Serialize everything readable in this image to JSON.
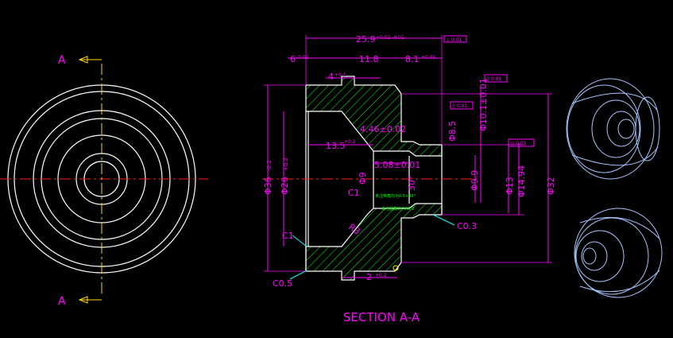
{
  "colors": {
    "background": "#000000",
    "outline": "#ffffff",
    "dimension": "#ff00ff",
    "centerline": "#ff2020",
    "centerline_alt": "#ffd700",
    "hatch": "#00ff00",
    "leader": "#00ffff",
    "iso_lines": "#a7c6ff",
    "tolerance_box": "#ff00ff",
    "datum": "#ffff00"
  },
  "section": {
    "label_top": "A",
    "label_bottom": "A",
    "title": "SECTION A-A"
  },
  "dims": {
    "overall_len": "25.9",
    "overall_len_tol": "+0.02 -0.01",
    "len_6": "6",
    "len_6_tol": "-0.02",
    "len_118": "11.8",
    "len_81": "8.1",
    "len_81_tol": "+0.05",
    "groove_4": "4",
    "groove_4_tol": "+0.1",
    "dia_36": "Φ36",
    "dia_36_tol": "-0.2",
    "dia_26": "Φ26",
    "dia_26_tol": "+0.2",
    "depth_135": "13.5",
    "depth_135_tol": "+0.2",
    "len_46": "4.46±0.02",
    "len_508": "5.08±0.01",
    "angle_30": "30°",
    "dia_9": "Φ9",
    "c1_inner": "C1",
    "c1_outer": "C1",
    "r3": "R3",
    "c03": "C0.3",
    "c05": "C0.5",
    "groove_2": "2",
    "groove_2_tol": "+0.2",
    "dia_85": "Φ8.5",
    "dia_101": "Φ10.1±0.01",
    "dia_99": "Φ9.9",
    "dia_13": "Φ13",
    "dia_1494": "Φ14.94",
    "dia_32": "Φ32",
    "tol_box_1": "⊥ 0.01",
    "tol_box_2": "// 0.01",
    "tol_box_3": "// 0.01",
    "tol_box_4": "◎ 0.01",
    "note_green_1": "未注倒角均为0.5×45°",
    "note_green_2": "未注圆角均为R0.2"
  }
}
